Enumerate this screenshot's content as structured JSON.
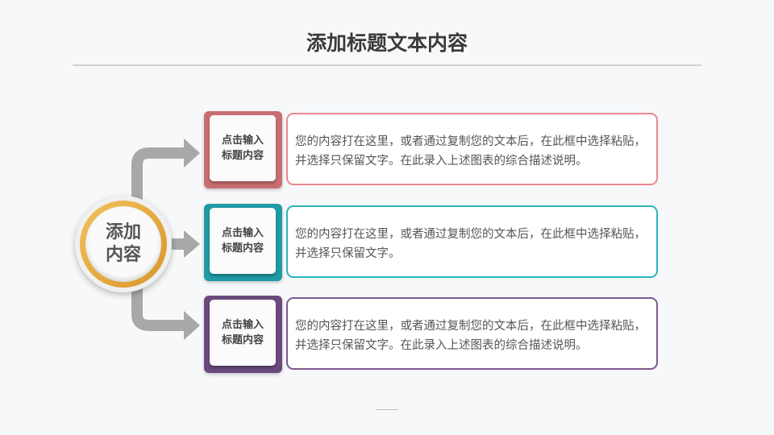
{
  "title": "添加标题文本内容",
  "center": {
    "line1": "添加",
    "line2": "内容"
  },
  "colors": {
    "accent": "#e2a330",
    "gray_arrow": "#a8a8a8"
  },
  "items": [
    {
      "label1": "点击输入",
      "label2": "标题内容",
      "text": "您的内容打在这里，或者通过复制您的文本后，在此框中选择粘贴，并选择只保留文字。在此录入上述图表的综合描述说明。",
      "color": "#c86e72",
      "border": "#e8898e"
    },
    {
      "label1": "点击输入",
      "label2": "标题内容",
      "text": "您的内容打在这里，或者通过复制您的文本后，在此框中选择粘贴，并选择只保留文字。",
      "color": "#1f9ba6",
      "border": "#2cb4be"
    },
    {
      "label1": "点击输入",
      "label2": "标题内容",
      "text": "您的内容打在这里，或者通过复制您的文本后，在此框中选择粘贴，并选择只保留文字。在此录入上述图表的综合描述说明。",
      "color": "#6a4a7e",
      "border": "#7d5894"
    }
  ]
}
